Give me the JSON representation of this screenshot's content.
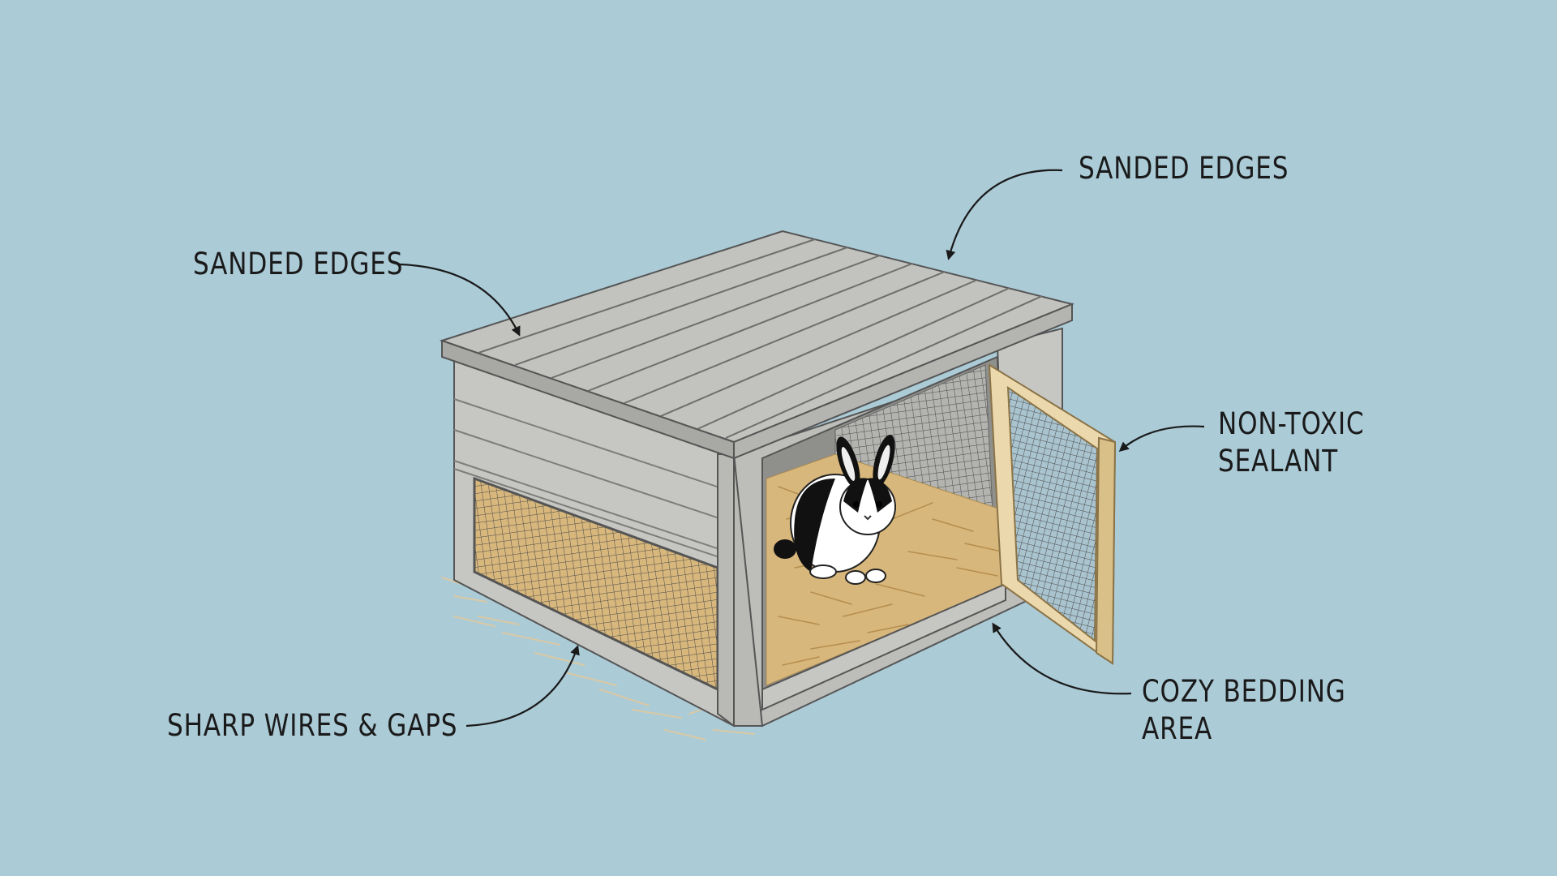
{
  "colors": {
    "background": "#abcbd7",
    "wood_gray": "#c6c6c3",
    "wood_gray_dark": "#9a9a97",
    "outline": "#555555",
    "door_wood": "#ecd8ad",
    "straw": "#d8b77c",
    "text": "#1a1a1a"
  },
  "icons": {
    "rabbit": "rabbit-icon",
    "hutch": "hutch-icon"
  },
  "labels": {
    "sanded_left": "SANDED EDGES",
    "sanded_top": "SANDED EDGES",
    "sealant_line1": "NON-TOXIC",
    "sealant_line2": "SEALANT",
    "bedding_line1": "COZY BEDDING",
    "bedding_line2": "AREA",
    "wires": "SHARP WIRES & GAPS"
  }
}
